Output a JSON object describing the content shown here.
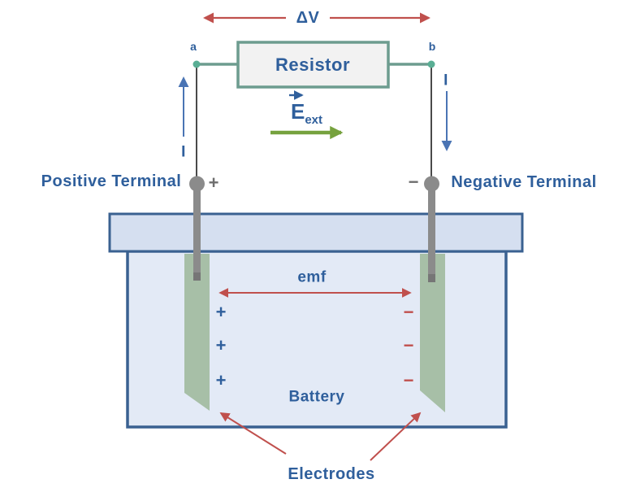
{
  "circuit": {
    "delta_v": "ΔV",
    "node_a": "a",
    "node_b": "b",
    "resistor": "Resistor",
    "e_field_base": "E",
    "e_field_sub": "ext",
    "current_left": "I",
    "current_right": "I"
  },
  "terminals": {
    "positive_label": "Positive Terminal",
    "positive_sign": "+",
    "negative_label": "Negative Terminal",
    "negative_sign": "−"
  },
  "battery": {
    "emf": "emf",
    "name": "Battery",
    "electrodes": "Electrodes",
    "left_charges": [
      "+",
      "+",
      "+"
    ],
    "right_charges": [
      "−",
      "−",
      "−"
    ]
  },
  "colors": {
    "text_blue": "#2F5F9C",
    "arrow_red": "#C0504D",
    "arrow_green": "#76A23E",
    "arrow_blue": "#4A74B4",
    "wire_teal": "#6D9C8F",
    "node_dot_teal": "#59AE94",
    "resistor_fill": "#F2F2F2",
    "electrode_green": "#A7BFA7",
    "battery_lid_fill": "#D5DFF0",
    "battery_body_fill": "#E3EAF6",
    "battery_border": "#3A6191",
    "terminal_gray": "#8B8B8B",
    "sign_gray": "#6E6E6E",
    "wire_dark": "#4A4A4A"
  }
}
